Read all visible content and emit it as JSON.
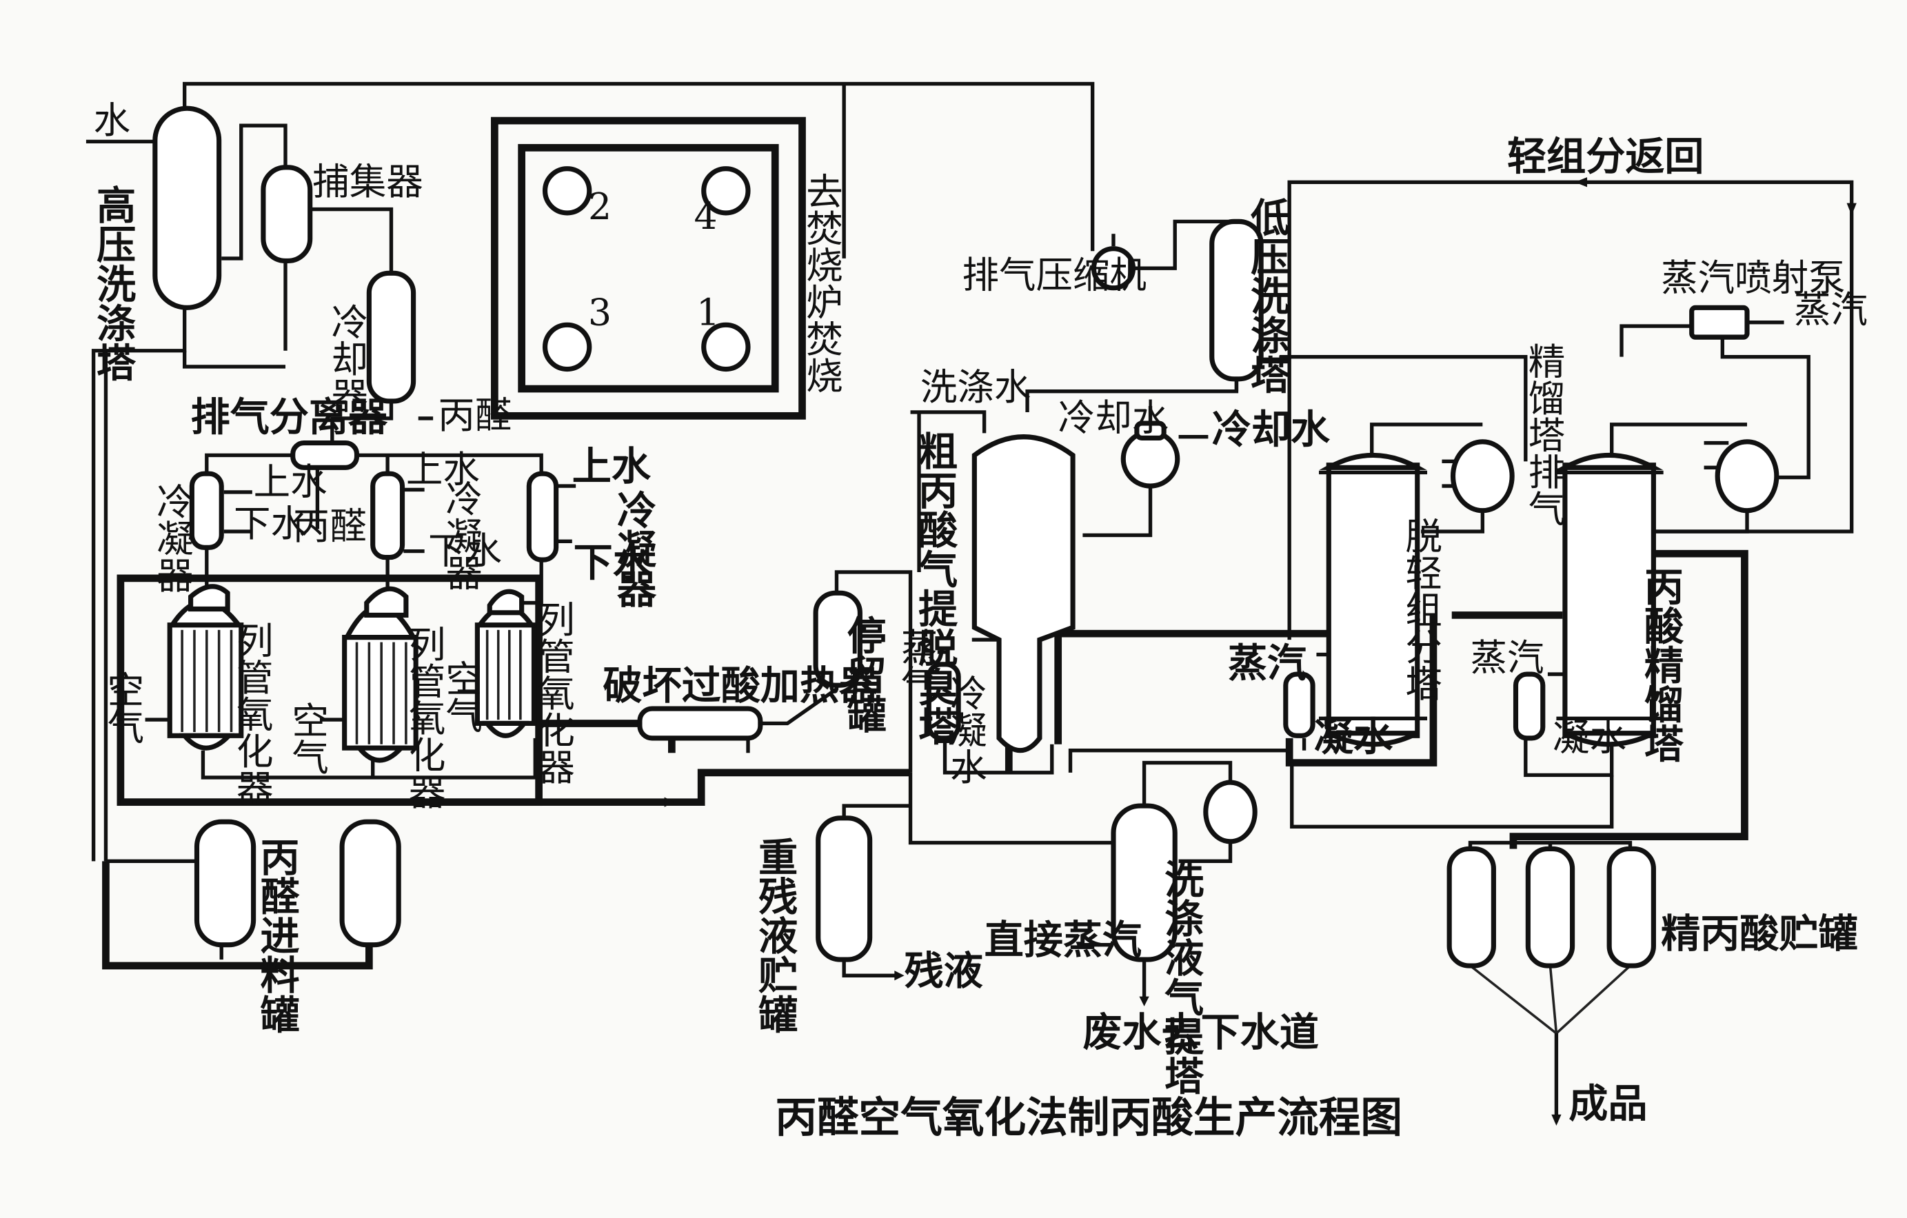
{
  "caption": "丙醛空气氧化法制丙酸生产流程图",
  "labels": {
    "water_in": "水",
    "hp_wash_tower": "高压洗涤塔",
    "catcher": "捕集器",
    "cooler": "冷却器",
    "propanal_out1": "丙醛",
    "exhaust_separator": "排气分离器",
    "condenser1": "冷凝器",
    "condenser2": "冷凝器",
    "condenser3": "冷凝器",
    "water_up1": "上水",
    "water_up2": "上水",
    "water_up3": "上水",
    "water_down1": "下水",
    "water_down2": "下水",
    "water_down3": "下水",
    "propanal_out2": "丙醛",
    "oxidizer1": "列管氧化器",
    "oxidizer2": "列管氧化器",
    "oxidizer3": "列管氧化器",
    "air1": "空气",
    "air2": "空气",
    "air3": "空气",
    "to_incinerator": "去焚烧炉焚烧",
    "peracid_heater": "破坏过酸加热器",
    "hold_tank": "停留罐",
    "feed_tank": "丙醛进料罐",
    "exhaust_compressor": "排气压缩机",
    "lp_wash_tower": "低压洗涤塔",
    "wash_water": "洗涤水",
    "stripper": "粗丙酸气提脱臭塔",
    "cooling_water_in": "冷却水",
    "cooling_water_out": "冷却水",
    "steam1": "蒸气",
    "condensate1": "冷凝水",
    "light_return": "轻组分返回",
    "steam_ejector": "蒸汽喷射泵",
    "steam_in": "蒸汽",
    "rect_exhaust": "精馏塔排气",
    "light_tower": "脱轻组分塔",
    "steam2": "蒸汽",
    "condensate2": "凝水",
    "rect_tower": "丙酸精馏塔",
    "steam3": "蒸汽",
    "condensate3": "凝水",
    "heavy_tank": "重残液贮罐",
    "residue": "残液",
    "wash_stripper": "洗涤液气提塔",
    "direct_steam": "直接蒸汽",
    "waste_water": "废水去下水道",
    "product_tank": "精丙酸贮罐",
    "product": "成品"
  },
  "furnace_numbers": [
    "2",
    "4",
    "3",
    "1"
  ]
}
